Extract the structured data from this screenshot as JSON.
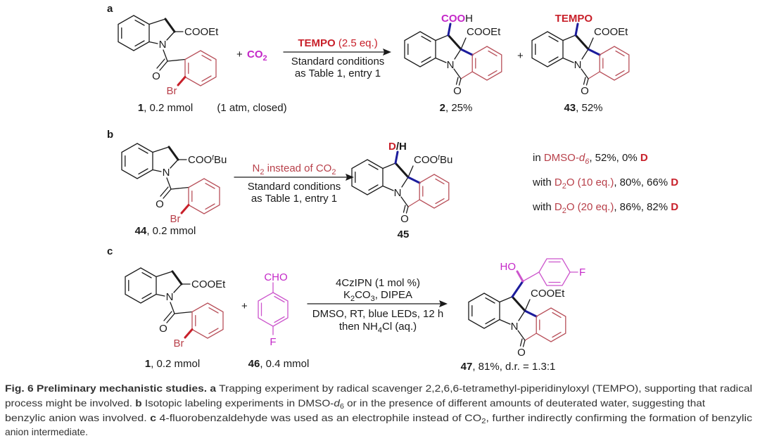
{
  "panels": {
    "a": {
      "letter": "a",
      "reagent_plus": "+",
      "co2": "CO",
      "co2_sub": "2",
      "arrow_top_reagent": "TEMPO",
      "arrow_top_amount": " (2.5 eq.)",
      "arrow_line1": "Standard conditions",
      "arrow_line2": "as Table 1, entry 1",
      "sm_label_num": "1",
      "sm_label_rest": ", 0.2 mmol",
      "co2_note": "(1 atm, closed)",
      "ester": "COOEt",
      "product_plus": "+",
      "p1_sub_colored": "COO",
      "p1_sub_h": "H",
      "p1_num": "2",
      "p1_yield": ", 25%",
      "p2_sub": "TEMPO",
      "p2_num": "43",
      "p2_yield": ", 52%"
    },
    "b": {
      "letter": "b",
      "ester_pre": "COO",
      "ester_sup": "t",
      "ester_post": "Bu",
      "arrow_top_n2": "N",
      "arrow_top_n2_sub": "2",
      "arrow_top_rest": " instead of CO",
      "arrow_top_sub": "2",
      "arrow_line1": "Standard conditions",
      "arrow_line2": "as Table 1, entry 1",
      "sm_num": "44",
      "sm_rest": ", 0.2 mmol",
      "p_sub_d": "D",
      "p_sub_h": "/H",
      "p_num": "45",
      "results": [
        {
          "pre": "in ",
          "cond": "DMSO-",
          "cond_it": "d",
          "cond_sub": "6",
          "cond_tail": "",
          "values": ", 52%, 0% ",
          "d": "D"
        },
        {
          "pre": "with ",
          "cond": "D",
          "cond_it": "",
          "cond_sub": "2",
          "cond_tail": "O (10 eq.)",
          "values": ", 80%, 66% ",
          "d": "D"
        },
        {
          "pre": "with ",
          "cond": "D",
          "cond_it": "",
          "cond_sub": "2",
          "cond_tail": "O (20 eq.)",
          "values": ", 86%, 82% ",
          "d": "D"
        }
      ]
    },
    "c": {
      "letter": "c",
      "ester": "COOEt",
      "plus": "+",
      "aldehyde_cho": "CHO",
      "aldehyde_f": "F",
      "arrow_line1": "4CzIPN (1 mol %)",
      "arrow_line2_a": "K",
      "arrow_line2_sub1": "2",
      "arrow_line2_b": "CO",
      "arrow_line2_sub2": "3",
      "arrow_line2_c": ", DIPEA",
      "arrow_line3": "DMSO, RT, blue LEDs, 12 h",
      "arrow_line4_a": "then NH",
      "arrow_line4_sub": "4",
      "arrow_line4_b": "Cl (aq.)",
      "sm_num": "1",
      "sm_rest": ", 0.2 mmol",
      "ald_num": "46",
      "ald_rest": ", 0.4 mmol",
      "p_ho": "HO",
      "p_f": "F",
      "p_num": "47",
      "p_rest": ", 81%, d.r. = 1.3:1"
    },
    "atoms": {
      "n": "N",
      "o": "O",
      "br": "Br",
      "cooet": "COOEt"
    }
  },
  "caption": {
    "l1_bold": "Fig. 6 Preliminary mechanistic studies. a",
    "l1_text": " Trapping experiment by radical scavenger 2,2,6,6-tetramethyl-piperidinyloxyl (TEMPO), supporting that radical",
    "l2_a": "process might be involved. ",
    "l2_bold": "b",
    "l2_b": " Isotopic labeling experiments in DMSO-",
    "l2_it": "d",
    "l2_sub": "6",
    "l2_c": " or in the presence of different amounts of deuterated water, suggesting that",
    "l3_a": "benzylic anion was involved. ",
    "l3_bold": "c",
    "l3_b": " 4-fluorobenzaldehyde was used as an electrophile instead of CO",
    "l3_sub": "2",
    "l3_c": ", further indirectly confirming the formation of benzylic",
    "l4": "anion intermediate."
  },
  "colors": {
    "red": "#c8202a",
    "magenta": "#c428c8",
    "blue": "#1c1c9c",
    "ring_red": "#b8505a"
  }
}
